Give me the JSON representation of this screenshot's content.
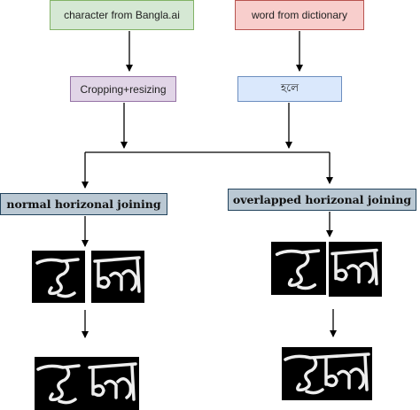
{
  "nodes": {
    "bangla_source": "character from Bangla.ai",
    "dictionary_source": "word from dictionary",
    "cropping": "Cropping+resizing",
    "dictionary_word": "হলে",
    "normal_joining": "normal horizonal joining",
    "overlapped_joining": "overlapped horizonal joining"
  }
}
